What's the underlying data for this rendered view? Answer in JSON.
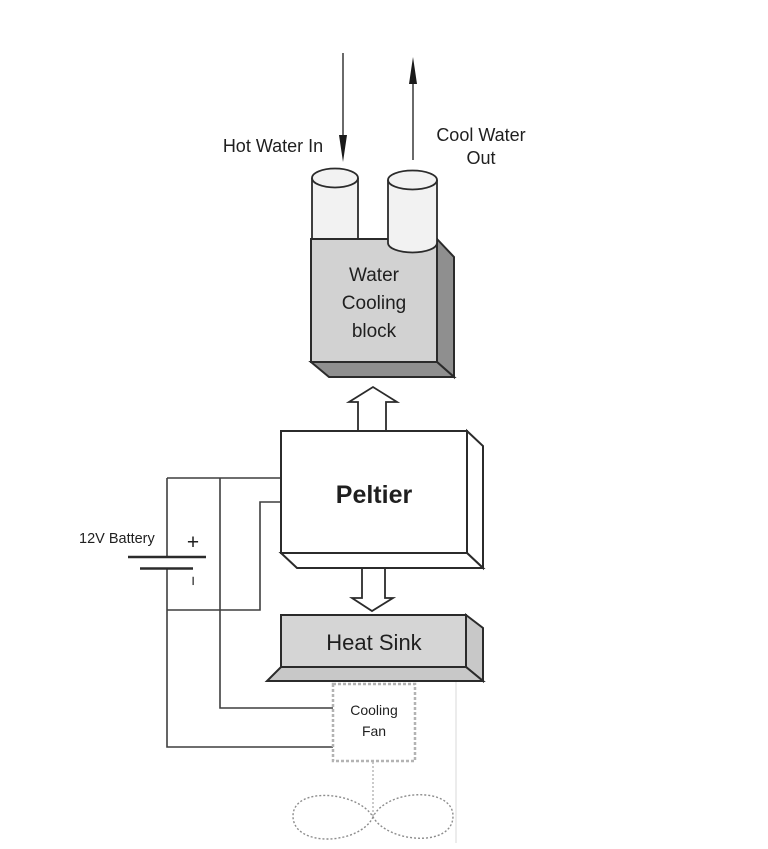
{
  "flow": {
    "hot_water_in": "Hot Water In",
    "cool_water_out": {
      "line1": "Cool Water",
      "line2": "Out"
    }
  },
  "components": {
    "water_cooling_block": {
      "line1": "Water",
      "line2": "Cooling",
      "line3": "block"
    },
    "peltier": {
      "label": "Peltier"
    },
    "heat_sink": {
      "label": "Heat Sink"
    },
    "cooling_fan": {
      "line1": "Cooling",
      "line2": "Fan"
    },
    "battery": {
      "label": "12V Battery",
      "positive_symbol": "+",
      "negative_symbol": "−"
    }
  },
  "colors": {
    "background": "#ffffff",
    "outline": "#2b2b2b",
    "wire": "#3f3f3f",
    "block_front": "#d2d2d2",
    "block_side": "#8f8f8f",
    "heatsink_front": "#d5d5d5",
    "heatsink_side": "#c8c8c8",
    "cylinder_fill": "#f2f2f2",
    "fan_border": "#b3b3b3",
    "fan_blade_sketch": "#8c8c8c",
    "leader_line": "#d9d9d9"
  }
}
